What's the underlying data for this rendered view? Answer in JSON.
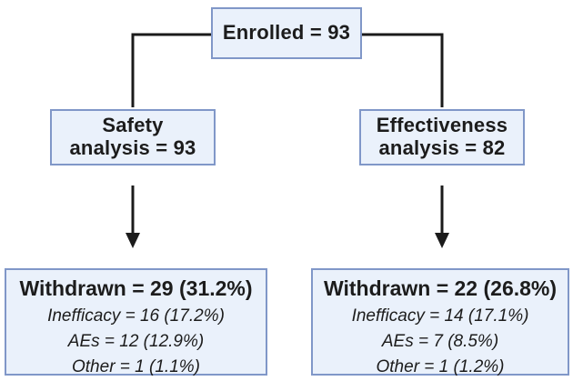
{
  "diagram": {
    "type": "flowchart",
    "colors": {
      "box_fill": "#eaf1fb",
      "box_border": "#8097c8",
      "connector": "#1b1b1b",
      "text": "#1c1c1c",
      "background": "#ffffff"
    },
    "nodes": {
      "enrolled": {
        "label": "Enrolled = 93"
      },
      "safety_analysis": {
        "line1": "Safety",
        "line2": "analysis = 93"
      },
      "effectiveness_analysis": {
        "line1": "Effectiveness",
        "line2": "analysis = 82"
      },
      "safety_withdrawn": {
        "title": "Withdrawn = 29 (31.2%)",
        "items": [
          "Inefficacy = 16 (17.2%)",
          "AEs = 12 (12.9%)",
          "Other = 1 (1.1%)"
        ]
      },
      "effectiveness_withdrawn": {
        "title": "Withdrawn = 22 (26.8%)",
        "items": [
          "Inefficacy = 14 (17.1%)",
          "AEs = 7 (8.5%)",
          "Other = 1 (1.2%)"
        ]
      }
    }
  }
}
